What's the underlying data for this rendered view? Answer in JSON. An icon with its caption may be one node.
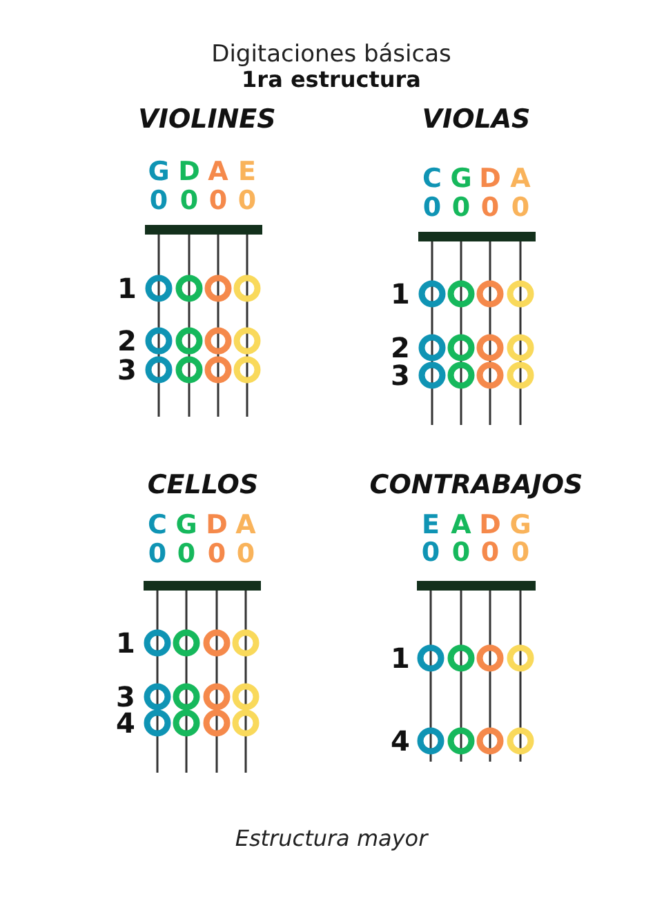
{
  "diagram": {
    "title": "Digitaciones básicas",
    "caption": "Estructura mayor",
    "labels": [
      "1ra estructura",
      "VIOLINES",
      "G",
      "D",
      "A",
      "E",
      "0",
      "0",
      "0",
      "0",
      "1",
      "2",
      "3",
      "VIOLAS",
      "C",
      "G",
      "D",
      "A",
      "0",
      "0",
      "0",
      "0",
      "1",
      "2",
      "3",
      "CELLOS",
      "C",
      "G",
      "D",
      "A",
      "0",
      "0",
      "0",
      "0",
      "1",
      "3",
      "4",
      "CONTRABAJOS",
      "E",
      "A",
      "D",
      "G",
      "0",
      "0",
      "0",
      "0",
      "1",
      "4"
    ]
  }
}
